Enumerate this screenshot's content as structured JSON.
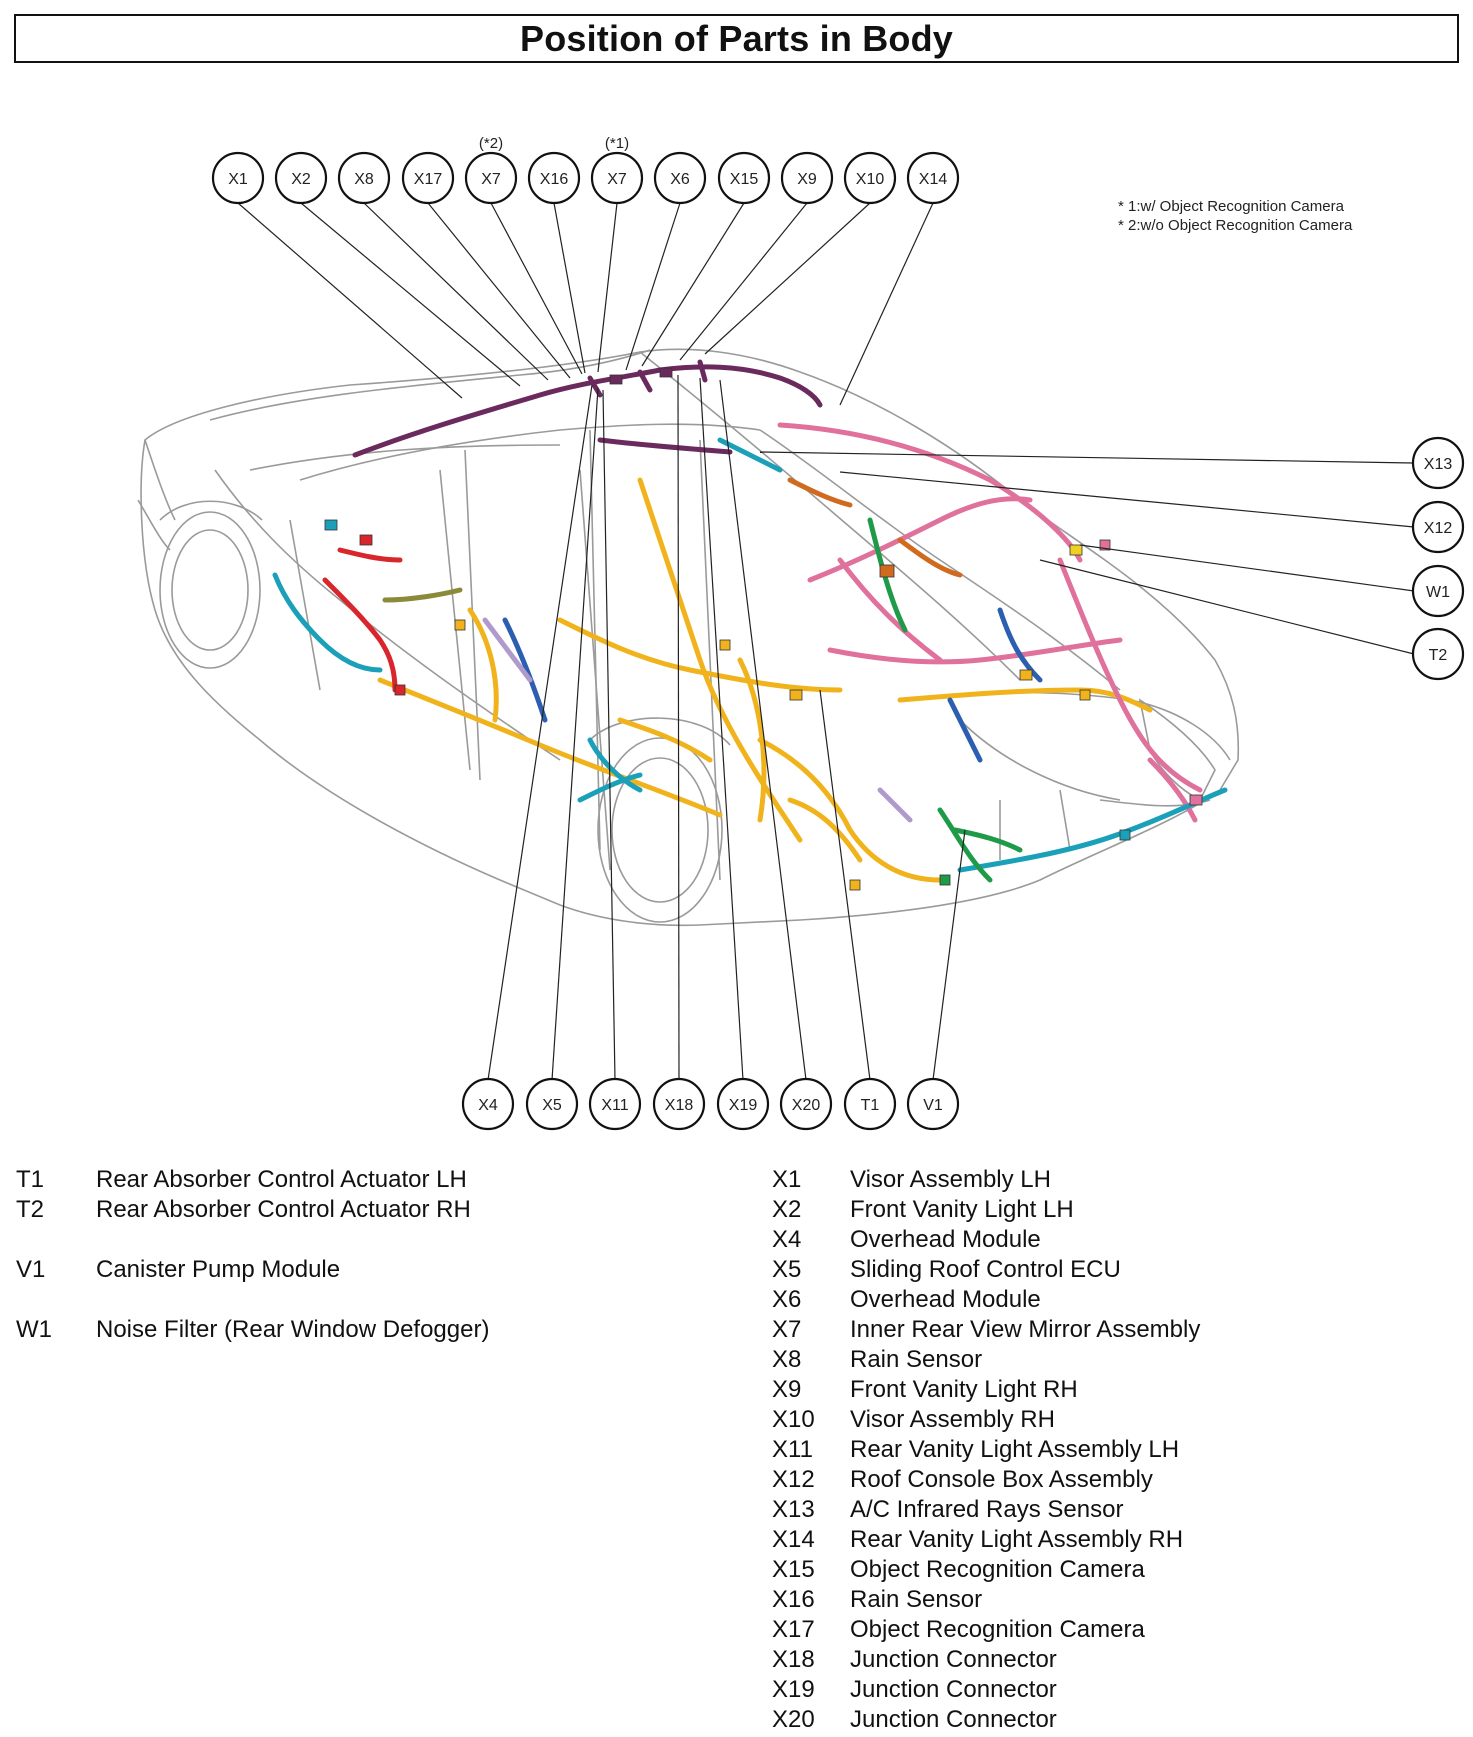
{
  "title": "Position of Parts in Body",
  "footnotes": [
    "* 1:w/ Object Recognition Camera",
    "* 2:w/o Object Recognition Camera"
  ],
  "callouts": {
    "top": [
      {
        "id": "X1",
        "note": ""
      },
      {
        "id": "X2",
        "note": ""
      },
      {
        "id": "X8",
        "note": ""
      },
      {
        "id": "X17",
        "note": ""
      },
      {
        "id": "X7",
        "note": "(*2)"
      },
      {
        "id": "X16",
        "note": ""
      },
      {
        "id": "X7",
        "note": "(*1)"
      },
      {
        "id": "X6",
        "note": ""
      },
      {
        "id": "X15",
        "note": ""
      },
      {
        "id": "X9",
        "note": ""
      },
      {
        "id": "X10",
        "note": ""
      },
      {
        "id": "X14",
        "note": ""
      }
    ],
    "right": [
      "X13",
      "X12",
      "W1",
      "T2"
    ],
    "bottom": [
      "X4",
      "X5",
      "X11",
      "X18",
      "X19",
      "X20",
      "T1",
      "V1"
    ]
  },
  "harness_colors": {
    "roof": "#6b2a5e",
    "instrument": "#f0b31c",
    "floor_pink": "#e0709c",
    "cyan": "#1aa0b8",
    "red": "#d8262c",
    "green": "#1f9a48",
    "orange": "#d06a1f",
    "blue": "#2c5fb0",
    "lavender": "#b09acb",
    "olive": "#8a8a3a"
  },
  "legend_left": [
    {
      "code": "T1",
      "name": "Rear Absorber Control Actuator LH"
    },
    {
      "code": "T2",
      "name": "Rear Absorber Control Actuator RH"
    },
    {
      "code": "",
      "name": ""
    },
    {
      "code": "V1",
      "name": "Canister Pump Module"
    },
    {
      "code": "",
      "name": ""
    },
    {
      "code": "W1",
      "name": "Noise Filter (Rear Window Defogger)"
    }
  ],
  "legend_right": [
    {
      "code": "X1",
      "name": "Visor Assembly LH"
    },
    {
      "code": "X2",
      "name": "Front Vanity Light LH"
    },
    {
      "code": "X4",
      "name": "Overhead Module"
    },
    {
      "code": "X5",
      "name": "Sliding Roof Control ECU"
    },
    {
      "code": "X6",
      "name": "Overhead Module"
    },
    {
      "code": "X7",
      "name": "Inner Rear View Mirror Assembly"
    },
    {
      "code": "X8",
      "name": "Rain Sensor"
    },
    {
      "code": "X9",
      "name": "Front Vanity Light RH"
    },
    {
      "code": "X10",
      "name": "Visor Assembly RH"
    },
    {
      "code": "X11",
      "name": "Rear Vanity Light Assembly LH"
    },
    {
      "code": "X12",
      "name": "Roof Console Box Assembly"
    },
    {
      "code": "X13",
      "name": "A/C Infrared Rays Sensor"
    },
    {
      "code": "X14",
      "name": "Rear Vanity Light Assembly RH"
    },
    {
      "code": "X15",
      "name": "Object Recognition Camera"
    },
    {
      "code": "X16",
      "name": "Rain Sensor"
    },
    {
      "code": "X17",
      "name": "Object Recognition Camera"
    },
    {
      "code": "X18",
      "name": "Junction Connector"
    },
    {
      "code": "X19",
      "name": "Junction Connector"
    },
    {
      "code": "X20",
      "name": "Junction Connector"
    }
  ]
}
